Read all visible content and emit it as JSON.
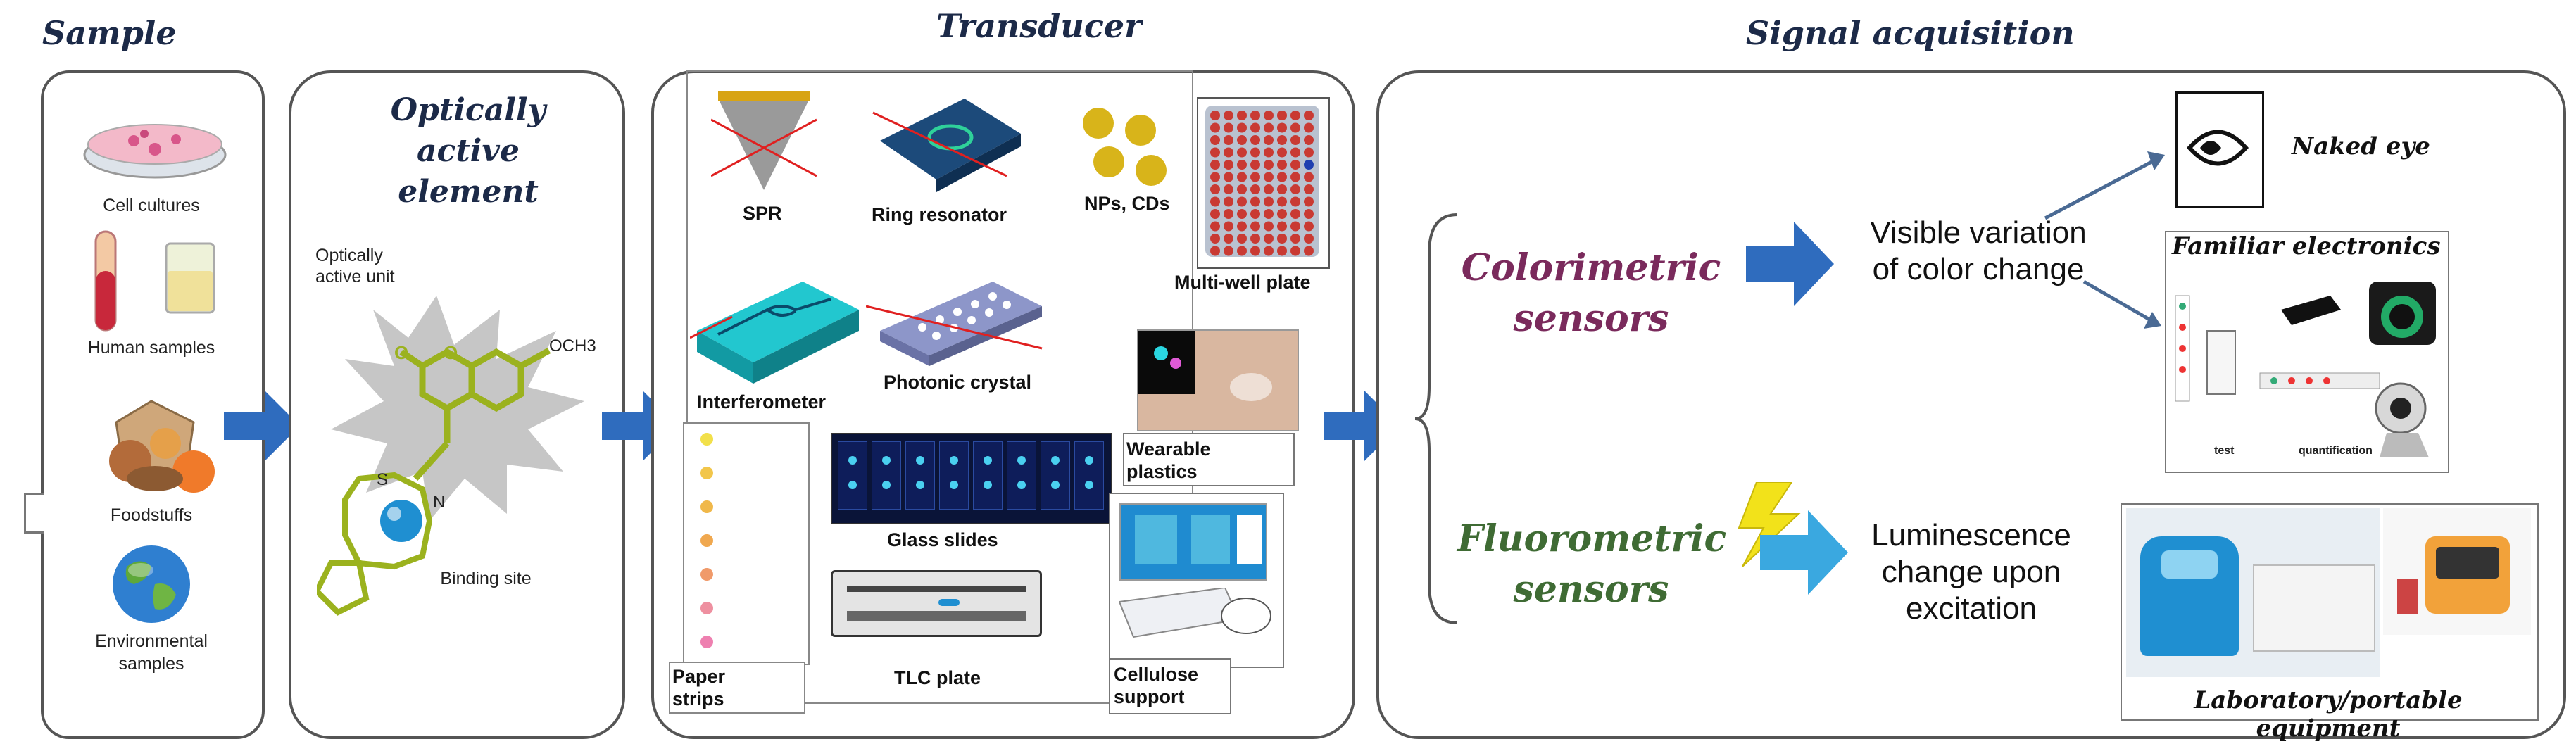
{
  "sections": {
    "sample": "Sample",
    "optical": "Optically active element",
    "transducer": "Transducer",
    "signal": "Signal acquisition"
  },
  "sample_items": [
    "Cell cultures",
    "Human samples",
    "Foodstuffs",
    "Environmental samples"
  ],
  "optical_labels": {
    "unit": "Optically active unit",
    "och3": "OCH3",
    "o1": "O",
    "o2": "O",
    "binding": "Binding site",
    "s": "S",
    "n": "N"
  },
  "transducer_items": {
    "spr": "SPR",
    "ring": "Ring resonator",
    "nps": "NPs, CDs",
    "multiwell": "Multi-well plate",
    "interferometer": "Interferometer",
    "photonic": "Photonic crystal",
    "wearable": "Wearable plastics",
    "glass": "Glass slides",
    "paper": "Paper strips",
    "tlc": "TLC plate",
    "cellulose": "Cellulose support"
  },
  "signal": {
    "colorimetric": "Colorimetric sensors",
    "fluorometric": "Fluorometric sensors",
    "visible": "Visible variation of color change",
    "luminescence": "Luminescence change upon excitation",
    "naked_eye": "Naked eye",
    "familiar": "Familiar electronics",
    "laboratory": "Laboratory/portable equipment",
    "test": "test",
    "quantification": "quantification"
  },
  "colors": {
    "arrow": "#2f6cbe",
    "colorimetric": "#7a2a5c",
    "fluorometric": "#3f6b34",
    "title": "#1c2a48",
    "lightning": "#f2e21a"
  }
}
